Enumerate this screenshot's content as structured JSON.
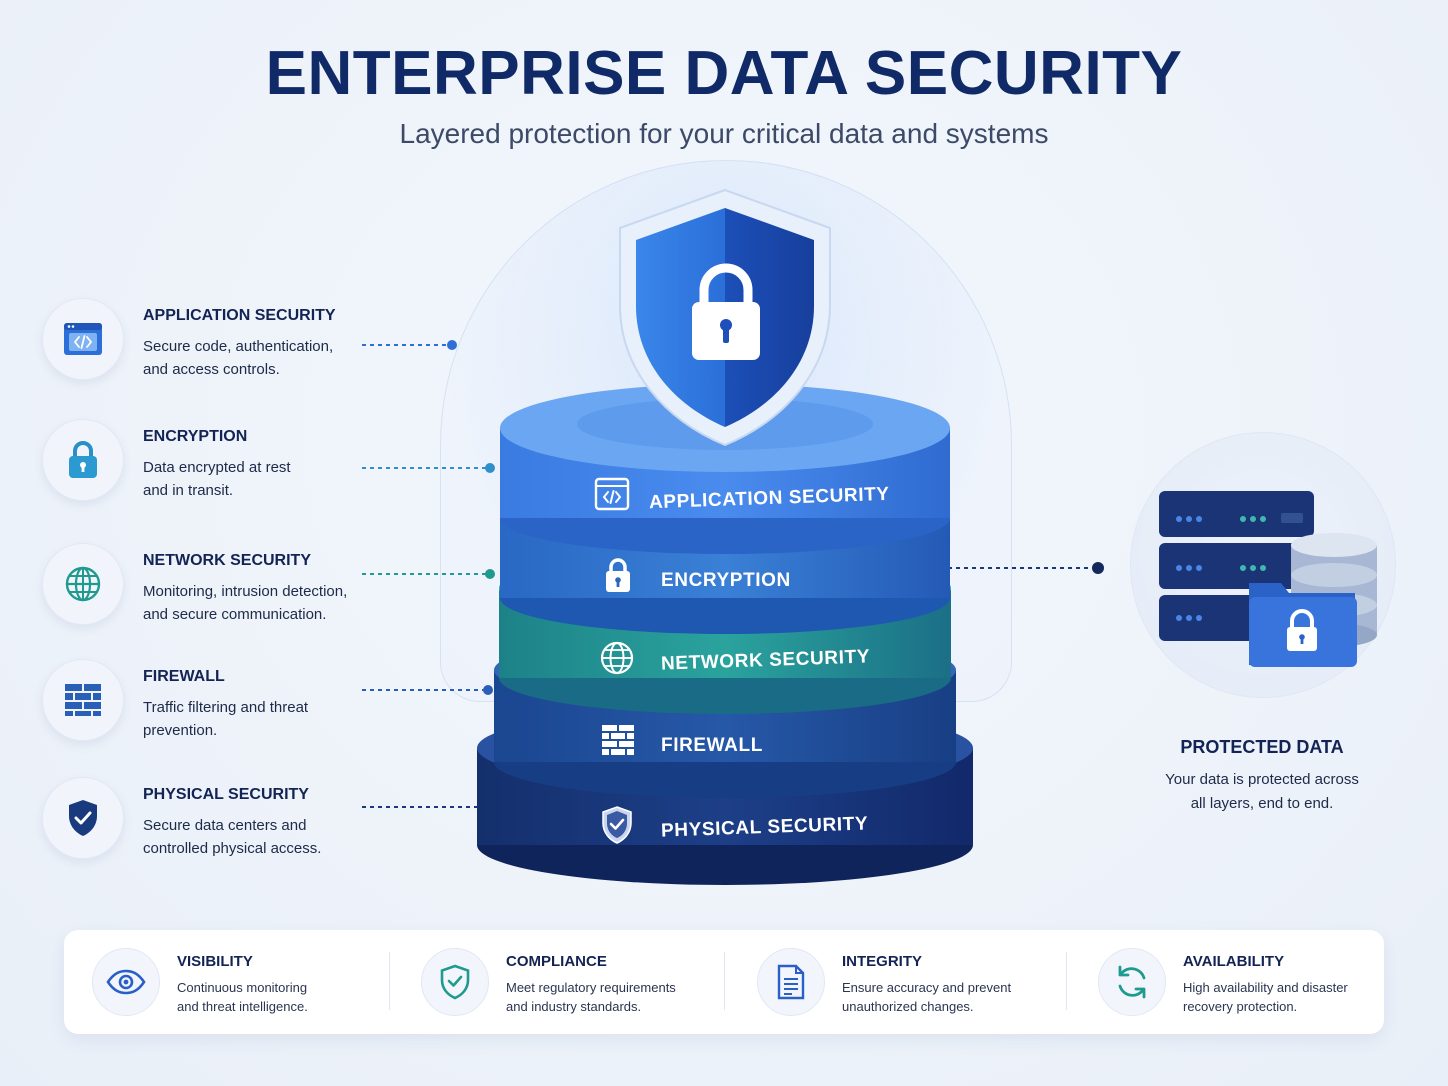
{
  "header": {
    "title": "ENTERPRISE DATA SECURITY",
    "subtitle": "Layered protection for your critical data and systems"
  },
  "left_items": [
    {
      "title": "APPLICATION SECURITY",
      "line1": "Secure code, authentication,",
      "line2": "and access controls.",
      "icon": "code-window-icon"
    },
    {
      "title": "ENCRYPTION",
      "line1": "Data encrypted at rest",
      "line2": "and in transit.",
      "icon": "lock-icon"
    },
    {
      "title": "NETWORK SECURITY",
      "line1": "Monitoring, intrusion detection,",
      "line2": "and secure communication.",
      "icon": "globe-icon"
    },
    {
      "title": "FIREWALL",
      "line1": "Traffic filtering and threat",
      "line2": "prevention.",
      "icon": "brick-wall-icon"
    },
    {
      "title": "PHYSICAL SECURITY",
      "line1": "Secure data centers and",
      "line2": "controlled physical access.",
      "icon": "shield-check-icon"
    }
  ],
  "layers": [
    {
      "label": "APPLICATION SECURITY",
      "color": "#3f7fe0"
    },
    {
      "label": "ENCRYPTION",
      "color": "#2f6ec8"
    },
    {
      "label": "NETWORK SECURITY",
      "color": "#23928f"
    },
    {
      "label": "FIREWALL",
      "color": "#1f4f9c"
    },
    {
      "label": "PHYSICAL SECURITY",
      "color": "#183a80"
    }
  ],
  "protected": {
    "title": "PROTECTED DATA",
    "line1": "Your data is protected across",
    "line2": "all layers, end to end."
  },
  "bottom": [
    {
      "title": "VISIBILITY",
      "line1": "Continuous monitoring",
      "line2": "and threat intelligence.",
      "icon": "eye-icon"
    },
    {
      "title": "COMPLIANCE",
      "line1": "Meet regulatory requirements",
      "line2": "and industry standards.",
      "icon": "shield-check-icon"
    },
    {
      "title": "INTEGRITY",
      "line1": "Ensure accuracy and prevent",
      "line2": "unauthorized changes.",
      "icon": "document-icon"
    },
    {
      "title": "AVAILABILITY",
      "line1": "High availability and disaster",
      "line2": "recovery protection.",
      "icon": "refresh-icon"
    }
  ],
  "colors": {
    "navy": "#0f2a66",
    "blue": "#2f6ec8",
    "teal": "#1f9a8f",
    "accent": "#3f7fe0"
  }
}
